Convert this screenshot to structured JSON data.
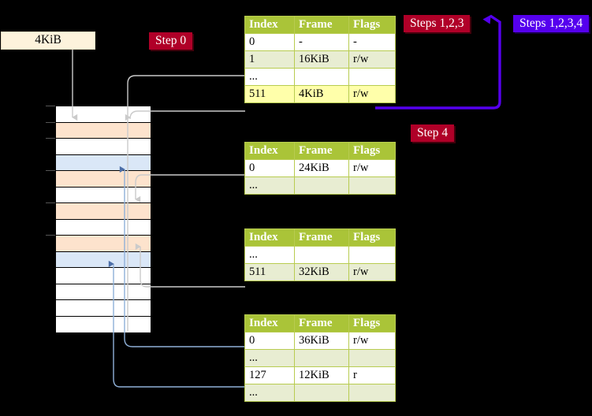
{
  "diagram": {
    "title_badges": [
      {
        "name": "step-0",
        "text": "Step 0",
        "color": "#b00028",
        "style": "red"
      },
      {
        "name": "steps-123",
        "text": "Steps 1,2,3",
        "color": "#b00028",
        "style": "red"
      },
      {
        "name": "steps-1234",
        "text": "Steps 1,2,3,4",
        "color": "#5500ee",
        "style": "blue"
      },
      {
        "name": "step-4",
        "text": "Step 4",
        "color": "#b00028",
        "style": "red"
      }
    ],
    "size_box": {
      "label": "4KiB"
    },
    "colors": {
      "table_header_bg": "#aac438",
      "table_alt_row_bg": "#e8edd2",
      "table_highlight_bg": "#ffffaa",
      "badge_red": "#b00028",
      "badge_blue": "#5500ee",
      "size_box_bg": "#fdf3dc",
      "mem_peach": "#fde3cd",
      "mem_blue": "#dae7f7",
      "arrow_grey": "#c8c8c8",
      "arrow_blue": "#6e8fc0",
      "arrow_purple": "#5500ee"
    },
    "columns": [
      "Index",
      "Frame",
      "Flags"
    ],
    "tables": [
      {
        "name": "page-table-level-1",
        "rows": [
          {
            "index": "0",
            "frame": "-",
            "flags": "-",
            "shade": "plain",
            "highlight": false
          },
          {
            "index": "1",
            "frame": "16KiB",
            "flags": "r/w",
            "shade": "alt",
            "highlight": false
          },
          {
            "index": "...",
            "frame": "",
            "flags": "",
            "shade": "plain",
            "highlight": false
          },
          {
            "index": "511",
            "frame": "4KiB",
            "flags": "r/w",
            "shade": "alt",
            "highlight": true
          }
        ]
      },
      {
        "name": "page-table-level-2",
        "rows": [
          {
            "index": "0",
            "frame": "24KiB",
            "flags": "r/w",
            "shade": "plain",
            "highlight": false
          },
          {
            "index": "...",
            "frame": "",
            "flags": "",
            "shade": "alt",
            "highlight": false
          }
        ]
      },
      {
        "name": "page-table-level-3",
        "rows": [
          {
            "index": "...",
            "frame": "",
            "flags": "",
            "shade": "plain",
            "highlight": false
          },
          {
            "index": "511",
            "frame": "32KiB",
            "flags": "r/w",
            "shade": "alt",
            "highlight": false
          }
        ]
      },
      {
        "name": "page-table-level-4",
        "rows": [
          {
            "index": "0",
            "frame": "36KiB",
            "flags": "r/w",
            "shade": "plain",
            "highlight": false
          },
          {
            "index": "...",
            "frame": "",
            "flags": "",
            "shade": "alt",
            "highlight": false
          },
          {
            "index": "127",
            "frame": "12KiB",
            "flags": "r",
            "shade": "plain",
            "highlight": false
          },
          {
            "index": "...",
            "frame": "",
            "flags": "",
            "shade": "alt",
            "highlight": false
          }
        ]
      }
    ],
    "memory_column": {
      "name": "physical-memory-column",
      "rows": [
        {
          "fill": "white"
        },
        {
          "fill": "peach"
        },
        {
          "fill": "white"
        },
        {
          "fill": "blue"
        },
        {
          "fill": "peach"
        },
        {
          "fill": "white"
        },
        {
          "fill": "peach"
        },
        {
          "fill": "white"
        },
        {
          "fill": "peach"
        },
        {
          "fill": "blue"
        },
        {
          "fill": "white"
        },
        {
          "fill": "white"
        },
        {
          "fill": "white"
        },
        {
          "fill": "white"
        }
      ]
    }
  }
}
